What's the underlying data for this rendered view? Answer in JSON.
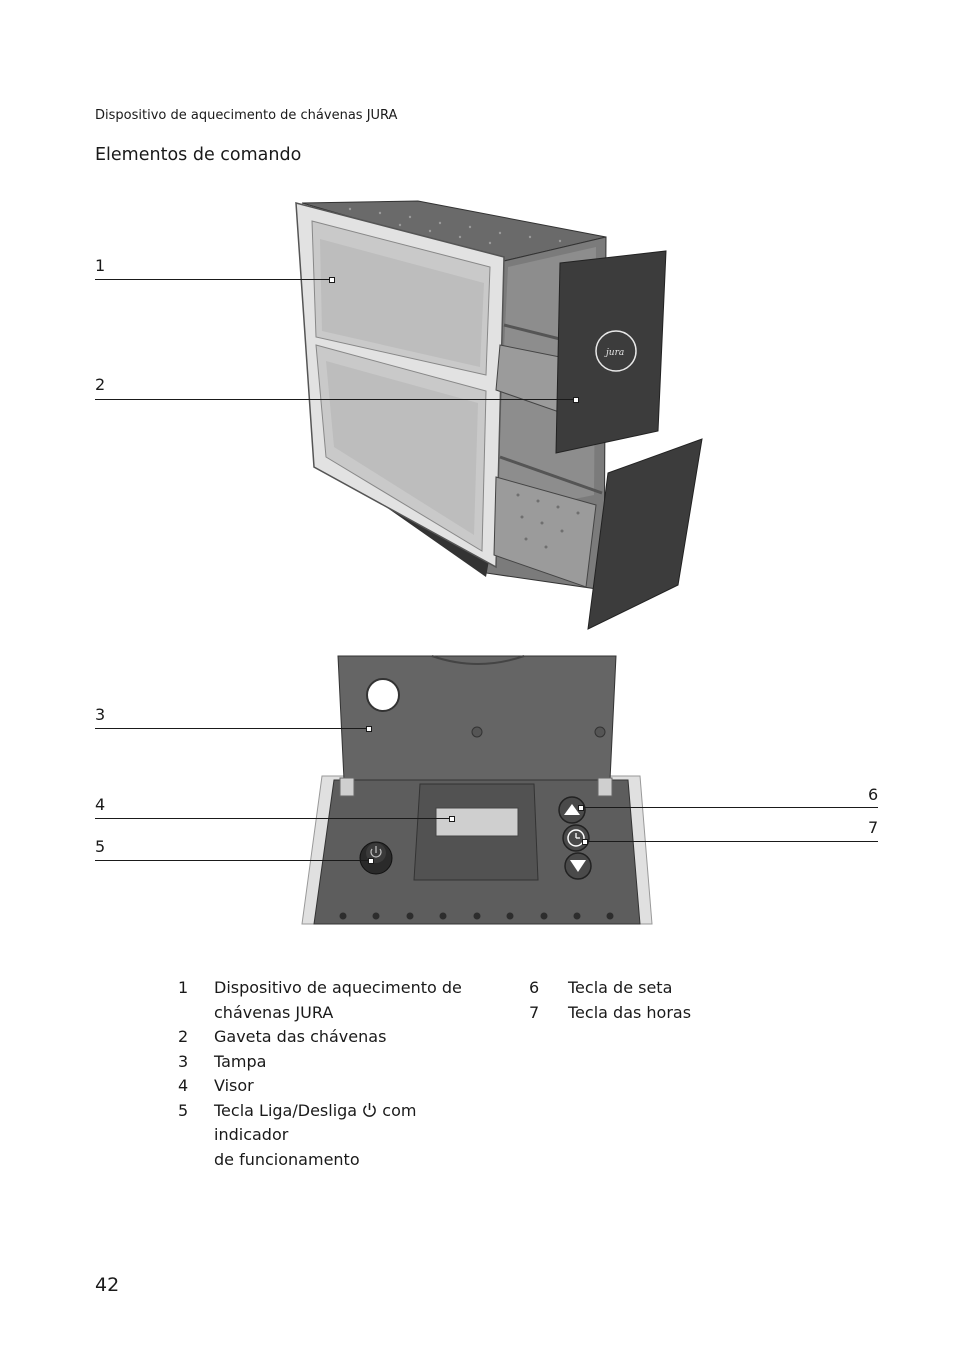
{
  "header": {
    "running_title": "Dispositivo de aquecimento de chávenas JURA"
  },
  "section": {
    "title": "Elementos de comando"
  },
  "callouts": [
    "1",
    "2",
    "3",
    "4",
    "5",
    "6",
    "7"
  ],
  "legend": {
    "left": [
      {
        "num": "1",
        "lines": [
          "Dispositivo de aquecimento de",
          "chávenas JURA"
        ]
      },
      {
        "num": "2",
        "lines": [
          "Gaveta das chávenas"
        ]
      },
      {
        "num": "3",
        "lines": [
          "Tampa"
        ]
      },
      {
        "num": "4",
        "lines": [
          "Visor"
        ]
      },
      {
        "num": "5",
        "line1_before": "Tecla Liga/Desliga",
        "line1_after": "com indicador",
        "line2": "de funcionamento"
      }
    ],
    "right": [
      {
        "num": "6",
        "lines": [
          "Tecla de seta"
        ]
      },
      {
        "num": "7",
        "lines": [
          "Tecla das horas"
        ]
      }
    ]
  },
  "page_number": "42"
}
